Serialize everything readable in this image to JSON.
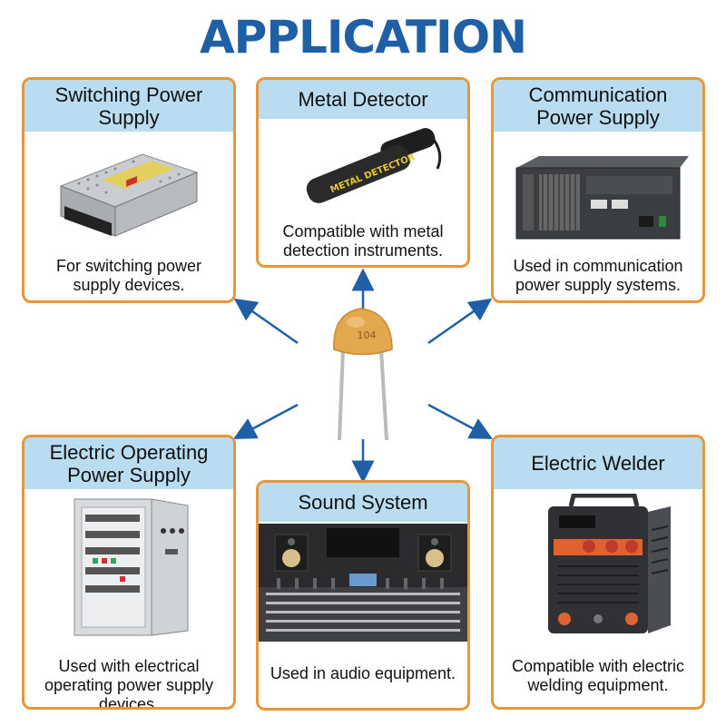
{
  "title": "APPLICATION",
  "component": {
    "marking": "104"
  },
  "cards": [
    {
      "heading": "Switching Power Supply",
      "description": "For switching power supply devices.",
      "icon": "switching-power-supply"
    },
    {
      "heading": "Metal Detector",
      "description": "Compatible with metal detection instruments.",
      "icon": "metal-detector",
      "product_label": "METAL DETECTOR"
    },
    {
      "heading": "Communication Power Supply",
      "description": "Used in communication power supply systems.",
      "icon": "rack-power-supply"
    },
    {
      "heading": "Electric Operating Power Supply",
      "description": "Used with electrical operating power supply devices.",
      "icon": "electrical-cabinet"
    },
    {
      "heading": "Sound System",
      "description": "Used in audio equipment.",
      "icon": "mixing-console"
    },
    {
      "heading": "Electric Welder",
      "description": "Compatible with electric welding equipment.",
      "icon": "welding-machine"
    }
  ],
  "colors": {
    "title": "#1f5fa5",
    "card_border": "#e8963c",
    "card_header": "#b9dcf0",
    "arrow": "#1f5fa5",
    "capacitor": "#e3a84e"
  }
}
